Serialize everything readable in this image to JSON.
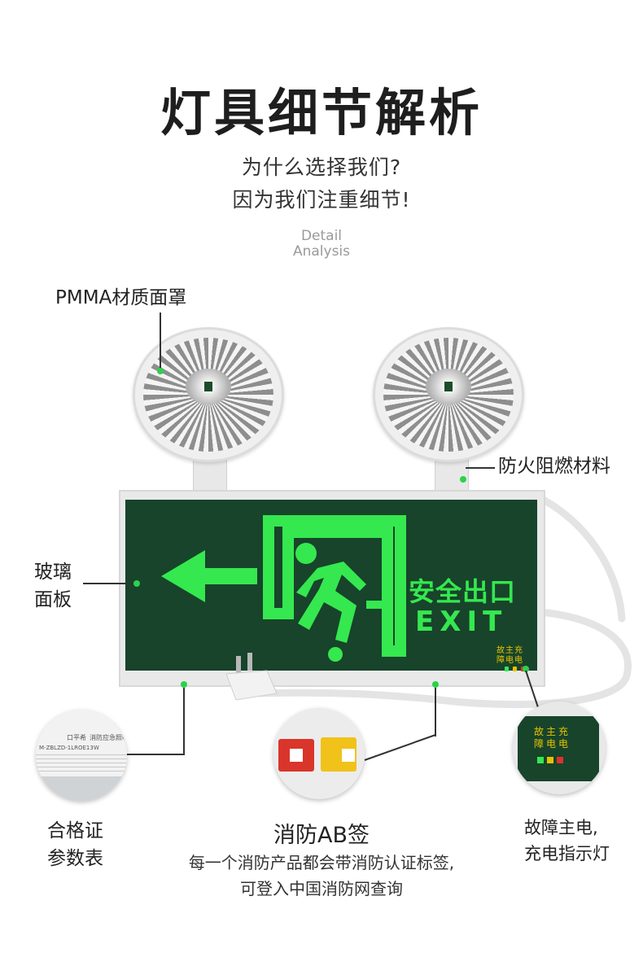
{
  "header": {
    "title": "灯具细节解析",
    "subtitle_line1": "为什么选择我们?",
    "subtitle_line2": "因为我们注重细节!",
    "en_line1": "Detail",
    "en_line2": "Analysis"
  },
  "callouts": {
    "pmma": "PMMA材质面罩",
    "fireproof": "防火阻燃材料",
    "glass_line1": "玻璃",
    "glass_line2": "面板",
    "cert_line1": "合格证",
    "cert_line2": "参数表",
    "ab_label": "消防AB签",
    "ab_desc_line1": "每一个消防产品都会带消防认证标签,",
    "ab_desc_line2": "可登入中国消防网查询",
    "ind_line1": "故障主电,",
    "ind_line2": "充电指示灯"
  },
  "sign": {
    "cn_text": "安全出口",
    "en_text": "EXIT",
    "indicator_row1": "故主充",
    "indicator_row2": "障电电"
  },
  "cert_label": {
    "brand": "口平希",
    "name": "消防应急照明",
    "model": "M-ZBLZD-1LROE13W"
  },
  "colors": {
    "sign_green": "#17442b",
    "glow_green": "#35e84f",
    "dot_green": "#2bd24a",
    "indicator_yellow": "#e6c300"
  }
}
